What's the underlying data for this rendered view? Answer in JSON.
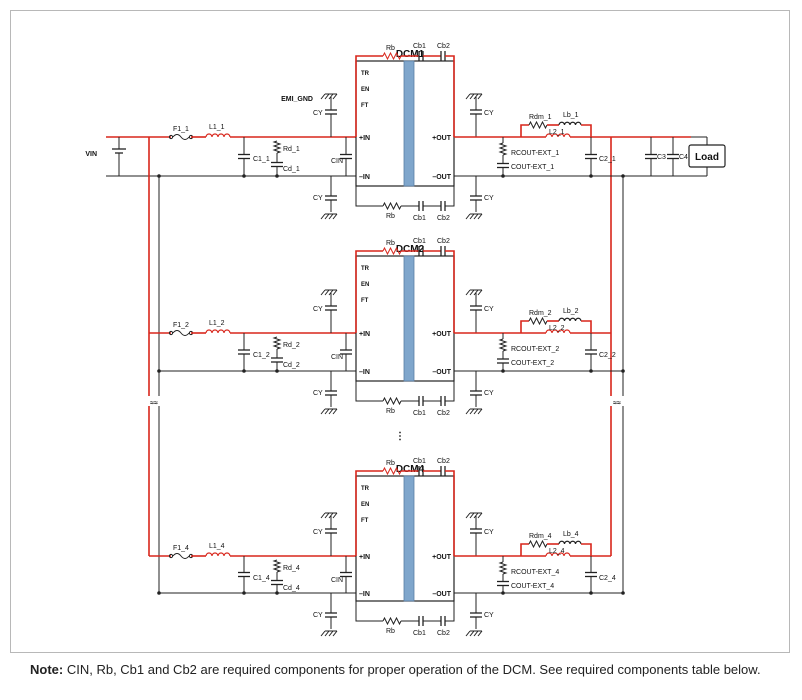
{
  "note": {
    "label": "Note:",
    "text": "CIN, Rb, Cb1 and Cb2 are required components for proper operation of the DCM. See required components table below."
  },
  "labels": {
    "vin": "VIN",
    "emi_gnd": "EMI_GND",
    "load": "Load",
    "c3": "C3",
    "c4": "C4",
    "ellipsis": "⋮"
  },
  "pins": {
    "tr": "TR",
    "en": "EN",
    "ft": "FT",
    "in_pos": "+IN",
    "in_neg": "–IN",
    "out_pos": "+OUT",
    "out_neg": "–OUT"
  },
  "stages": [
    {
      "module": "DCM1",
      "f": "F1_1",
      "l1": "L1_1",
      "c1": "C1_1",
      "rd": "Rd_1",
      "cd": "Cd_1",
      "cin": "CIN",
      "cy": "CY",
      "rb": "Rb",
      "cb1": "Cb1",
      "cb2": "Cb2",
      "rdm": "Rdm_1",
      "lb": "Lb_1",
      "l2": "L2_1",
      "rcout": "RCOUT-EXT_1",
      "ccout": "COUT-EXT_1",
      "c2": "C2_1"
    },
    {
      "module": "DCM2",
      "f": "F1_2",
      "l1": "L1_2",
      "c1": "C1_2",
      "rd": "Rd_2",
      "cd": "Cd_2",
      "cin": "CIN",
      "cy": "CY",
      "rb": "Rb",
      "cb1": "Cb1",
      "cb2": "Cb2",
      "rdm": "Rdm_2",
      "lb": "Lb_2",
      "l2": "L2_2",
      "rcout": "RCOUT-EXT_2",
      "ccout": "COUT-EXT_2",
      "c2": "C2_2"
    },
    {
      "module": "DCM4",
      "f": "F1_4",
      "l1": "L1_4",
      "c1": "C1_4",
      "rd": "Rd_4",
      "cd": "Cd_4",
      "cin": "CIN",
      "cy": "CY",
      "rb": "Rb",
      "cb1": "Cb1",
      "cb2": "Cb2",
      "rdm": "Rdm_4",
      "lb": "Lb_4",
      "l2": "L2_4",
      "rcout": "RCOUT-EXT_4",
      "ccout": "COUT-EXT_4",
      "c2": "C2_4"
    }
  ],
  "colors": {
    "power_rail": "#d8261c",
    "return_rail": "#222222",
    "isolation_bar": "#7fa6cc"
  }
}
